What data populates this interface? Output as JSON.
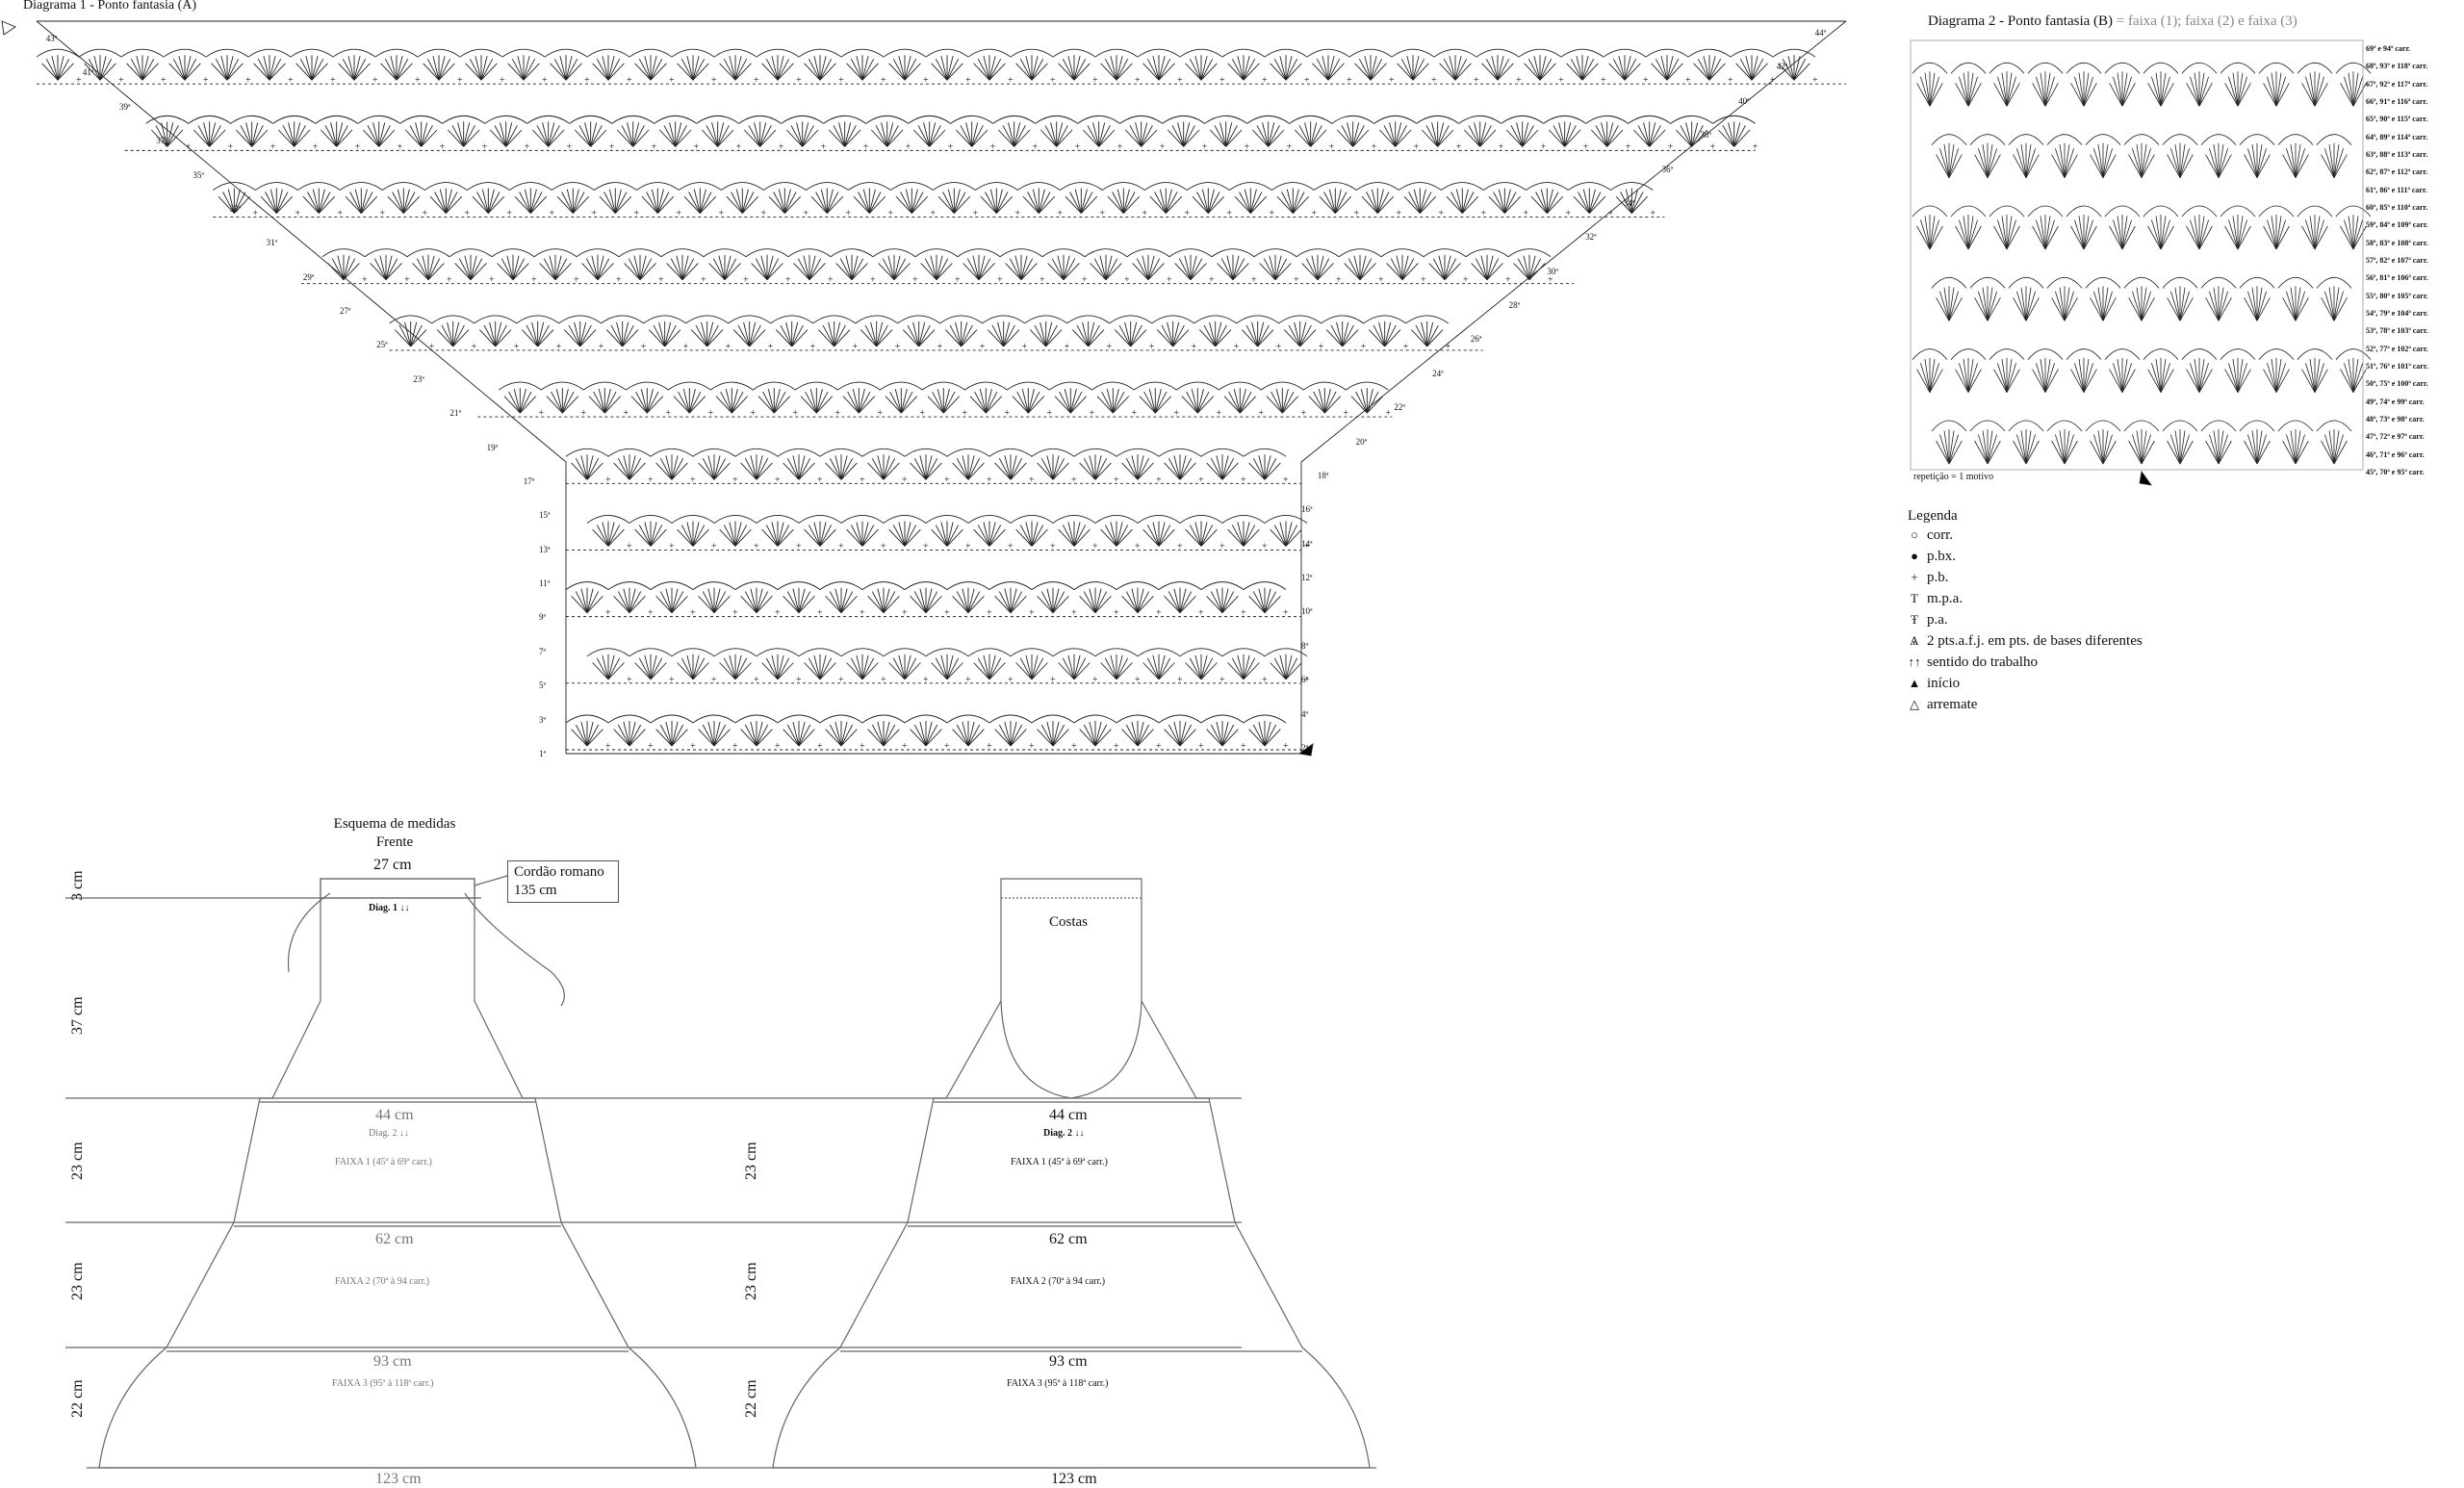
{
  "diagram1": {
    "title": "Diagrama 1 - Ponto  fantasia (A)",
    "rows_left": [
      "43ª",
      "41ª",
      "39ª",
      "37ª",
      "35ª",
      "33ª",
      "31ª",
      "29ª",
      "27ª",
      "25ª",
      "23ª",
      "21ª",
      "19ª",
      "17ª",
      "15ª",
      "13ª",
      "11ª",
      "9ª",
      "7ª",
      "5ª",
      "3ª",
      "1ª"
    ],
    "rows_right": [
      "44ª",
      "42ª",
      "40ª",
      "38ª",
      "36ª",
      "34ª",
      "32ª",
      "30ª",
      "28ª",
      "26ª",
      "24ª",
      "22ª",
      "20ª",
      "18ª",
      "16ª",
      "14ª",
      "12ª",
      "10ª",
      "8ª",
      "6ª",
      "4ª",
      "2ª"
    ]
  },
  "diagram2": {
    "title_prefix": "Diagrama 2 - Ponto  fantasia (B)",
    "title_rest": "= faixa (1); faixa (2) e faixa (3)",
    "repeat_label": "repetição = 1 motivo",
    "rows": [
      "69ª e 94ª carr.",
      "68ª, 93ª e 118ª carr.",
      "67ª, 92ª e 117ª carr.",
      "66ª, 91ª e 116ª carr.",
      "65ª, 90ª e 115ª carr.",
      "64ª, 89ª e 114ª carr.",
      "63ª, 88ª e 113ª carr.",
      "62ª, 87ª e 112ª carr.",
      "61ª, 86ª e 111ª carr.",
      "60ª, 85ª e 110ª carr.",
      "59ª, 84ª e 109ª carr.",
      "58ª, 83ª e 108ª carr.",
      "57ª, 82ª e 107ª carr.",
      "56ª, 81ª e 106ª carr.",
      "55ª, 80ª e 105ª carr.",
      "54ª, 79ª e 104ª carr.",
      "53ª, 78ª e 103ª carr.",
      "52ª, 77ª e 102ª carr.",
      "51ª, 76ª e 101ª carr.",
      "50ª, 75ª e 100ª carr.",
      "49ª, 74ª e 99ª carr.",
      "48ª, 73ª e 98ª carr.",
      "47ª, 72ª e 97ª carr.",
      "46ª, 71ª e 96ª carr.",
      "45ª, 70ª e 95ª carr."
    ]
  },
  "legend": {
    "title": "Legenda",
    "items": [
      {
        "icon": "chain-icon",
        "symbol": "○",
        "label": "corr."
      },
      {
        "icon": "slip-stitch-icon",
        "symbol": "●",
        "label": "p.bx."
      },
      {
        "icon": "single-crochet-icon",
        "symbol": "+",
        "label": "p.b."
      },
      {
        "icon": "half-double-icon",
        "symbol": "T",
        "label": "m.p.a."
      },
      {
        "icon": "double-crochet-icon",
        "symbol": "Ŧ",
        "label": "p.a."
      },
      {
        "icon": "decrease-icon",
        "symbol": "Ѧ",
        "label": "2 pts.a.f.j. em pts. de bases diferentes"
      },
      {
        "icon": "direction-icon",
        "symbol": "↑↑",
        "label": "sentido do trabalho"
      },
      {
        "icon": "start-icon",
        "symbol": "▲",
        "label": "início"
      },
      {
        "icon": "finish-icon",
        "symbol": "△",
        "label": "arremate"
      }
    ]
  },
  "schema": {
    "title": "Esquema de medidas",
    "front_label": "Frente",
    "back_label": "Costas",
    "neck_width": "27 cm",
    "cord_line1": "Cordão romano",
    "cord_line2": "135 cm",
    "diag1_label": "Diag. 1 ↓↓",
    "diag2_label": "Diag. 2 ↓↓",
    "h_3": "3 cm",
    "h_37": "37 cm",
    "h_23a": "23 cm",
    "h_23b": "23 cm",
    "h_22": "22 cm",
    "w_44": "44 cm",
    "w_62": "62 cm",
    "w_93": "93 cm",
    "w_123": "123 cm",
    "faixa1": "FAIXA 1 (45ª à 69ª carr.)",
    "faixa2": "FAIXA 2  (70ª à 94 carr.)",
    "faixa3": "FAIXA 3  (95ª à 118ª carr.)"
  }
}
